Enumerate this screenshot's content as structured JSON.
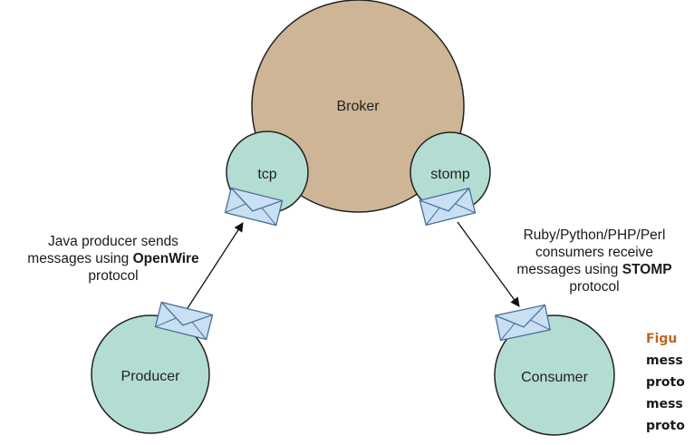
{
  "diagram": {
    "nodes": {
      "broker": {
        "label": "Broker",
        "fill": "#cdb596"
      },
      "tcp": {
        "label": "tcp",
        "fill": "#b3ddd2"
      },
      "stomp": {
        "label": "stomp",
        "fill": "#b3ddd2"
      },
      "producer": {
        "label": "Producer",
        "fill": "#b3ddd2"
      },
      "consumer": {
        "label": "Consumer",
        "fill": "#b3ddd2"
      }
    },
    "envelope": {
      "fill": "#c9dff3",
      "stroke": "#4a6f95"
    },
    "producer_note": {
      "line1": "Java producer sends",
      "line2_prefix": "messages using ",
      "line2_bold": "OpenWire",
      "line3": "protocol"
    },
    "consumer_note": {
      "line1": "Ruby/Python/PHP/Perl",
      "line2": "consumers receive",
      "line3_prefix": "messages using ",
      "line3_bold": "STOMP",
      "line4": "protocol"
    }
  },
  "caption": {
    "heading": "Figu",
    "lines": [
      "mess",
      "proto",
      "mess",
      "proto"
    ],
    "heading_color": "#c0641c"
  }
}
